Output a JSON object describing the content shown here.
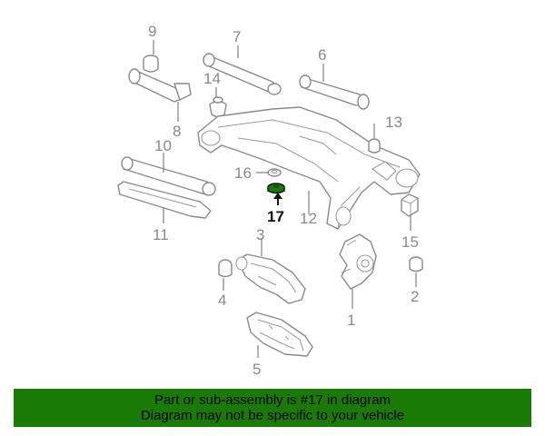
{
  "diagram": {
    "callouts": [
      {
        "id": "1",
        "label": "1"
      },
      {
        "id": "2",
        "label": "2"
      },
      {
        "id": "3",
        "label": "3"
      },
      {
        "id": "4",
        "label": "4"
      },
      {
        "id": "5",
        "label": "5"
      },
      {
        "id": "6",
        "label": "6"
      },
      {
        "id": "7",
        "label": "7"
      },
      {
        "id": "8",
        "label": "8"
      },
      {
        "id": "9",
        "label": "9"
      },
      {
        "id": "10",
        "label": "10"
      },
      {
        "id": "11",
        "label": "11"
      },
      {
        "id": "12",
        "label": "12"
      },
      {
        "id": "13",
        "label": "13"
      },
      {
        "id": "14",
        "label": "14"
      },
      {
        "id": "15",
        "label": "15"
      },
      {
        "id": "16",
        "label": "16"
      },
      {
        "id": "17",
        "label": "17"
      }
    ],
    "highlighted_part": "17",
    "colors": {
      "line_art": "#8a8a8a",
      "highlight_part": "#1a7a06",
      "highlight_text": "#111111",
      "banner_bg": "#1a7a06"
    }
  },
  "banner": {
    "line1": "Part or sub-assembly is #17 in diagram",
    "line2": "Diagram may not be specific to your vehicle"
  }
}
